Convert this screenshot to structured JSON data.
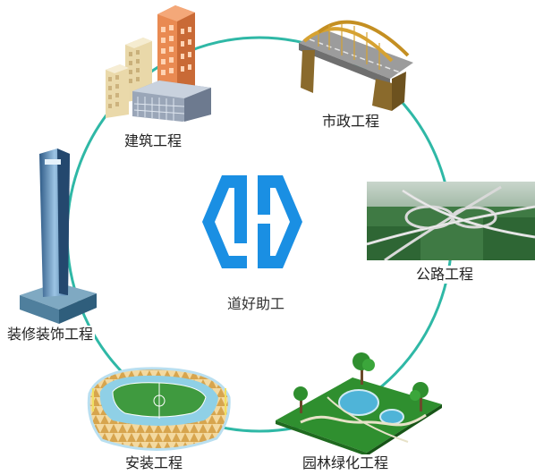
{
  "center": {
    "name": "道好助工",
    "logo_icon": "dh-hexagon-logo-icon",
    "logo_color": "#1a8fe3"
  },
  "ring_color": "#2fb8a6",
  "nodes": [
    {
      "id": "building",
      "label": "建筑工程",
      "icon": "building-cluster-icon"
    },
    {
      "id": "municipal",
      "label": "市政工程",
      "icon": "arch-bridge-icon"
    },
    {
      "id": "highway",
      "label": "公路工程",
      "icon": "highway-interchange-photo"
    },
    {
      "id": "landscape",
      "label": "园林绿化工程",
      "icon": "park-garden-icon"
    },
    {
      "id": "installation",
      "label": "安装工程",
      "icon": "stadium-icon"
    },
    {
      "id": "decoration",
      "label": "装修装饰工程",
      "icon": "skyscraper-tower-icon"
    }
  ]
}
